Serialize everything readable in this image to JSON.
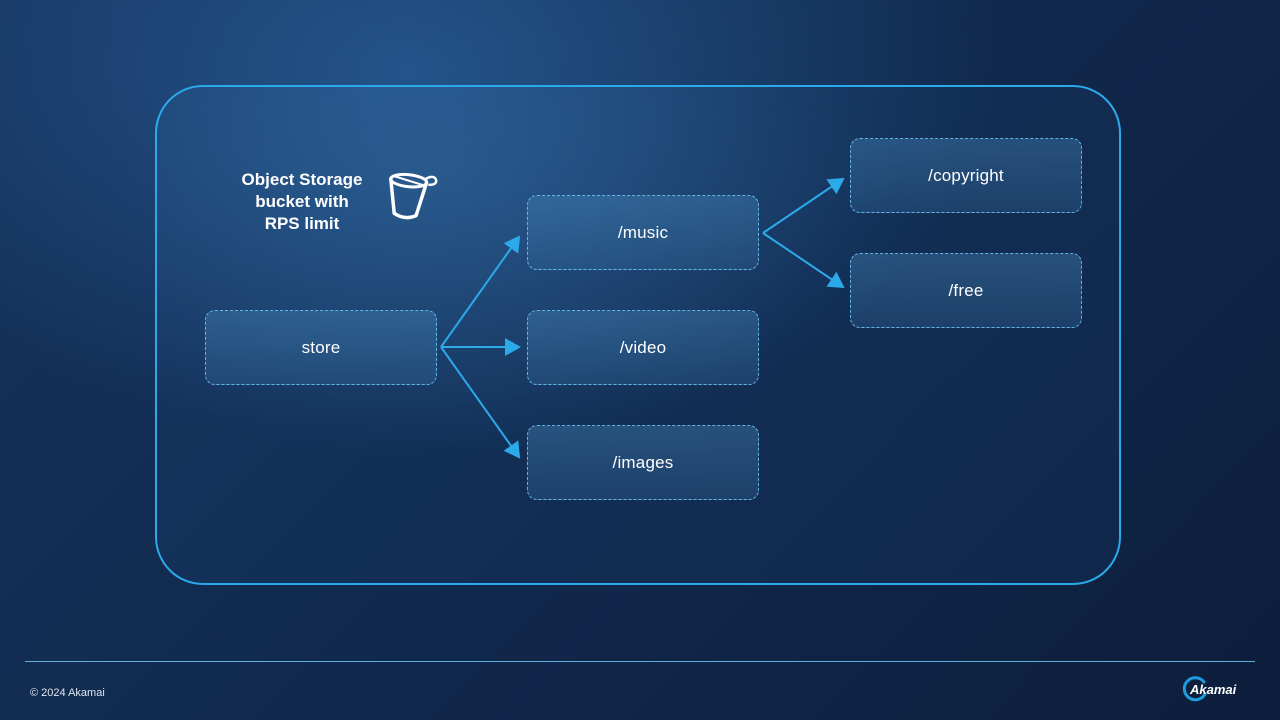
{
  "diagram": {
    "title": "Object Storage bucket with RPS limit",
    "title_lines": [
      "Object Storage",
      "bucket with",
      "RPS limit"
    ],
    "icon": "bucket-icon",
    "nodes": [
      {
        "id": "store",
        "label": "store"
      },
      {
        "id": "music",
        "label": "/music"
      },
      {
        "id": "video",
        "label": "/video"
      },
      {
        "id": "images",
        "label": "/images"
      },
      {
        "id": "copyright",
        "label": "/copyright"
      },
      {
        "id": "free",
        "label": "/free"
      }
    ],
    "edges": [
      {
        "from": "store",
        "to": "music"
      },
      {
        "from": "store",
        "to": "video"
      },
      {
        "from": "store",
        "to": "images"
      },
      {
        "from": "music",
        "to": "copyright"
      },
      {
        "from": "music",
        "to": "free"
      }
    ]
  },
  "footer": {
    "copyright": "© 2024 Akamai",
    "logo_text": "Akamai"
  },
  "colors": {
    "accent": "#2BA9E8",
    "node_border": "#6EC8F5",
    "node_fill": "rgba(72,136,188,0.40)",
    "background": "#0D1F3E"
  }
}
